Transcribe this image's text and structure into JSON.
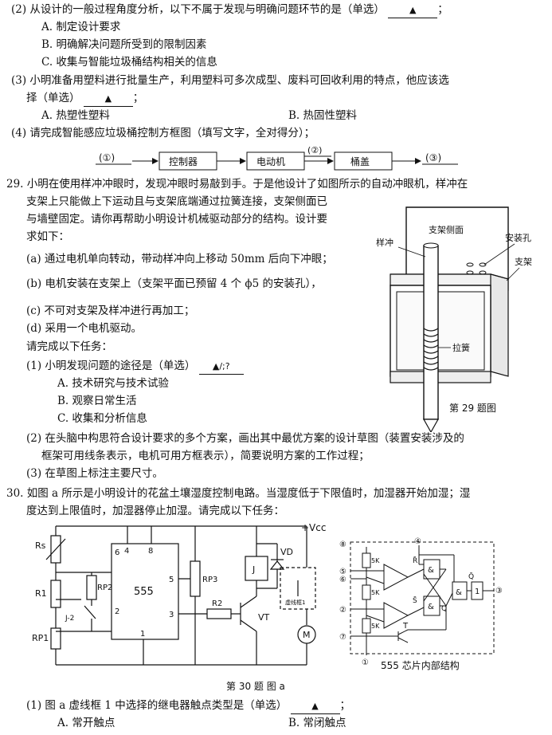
{
  "q28": {
    "p2": "(2) 从设计的一般过程角度分析，以下不属于发现与明确问题环节的是（单选）",
    "p2_end": "；",
    "p2_opts": [
      "A. 制定设计要求",
      "B. 明确解决问题所受到的限制因素",
      "C. 收集与智能垃圾桶结构相关的信息"
    ],
    "p3_a": "(3) 小明准备用塑料进行批量生产，利用塑料可多次成型、废料可回收利用的特点，他应该选",
    "p3_b": "择（单选）",
    "p3_end": "；",
    "p3_opts": [
      "A. 热塑性塑料",
      "B. 热固性塑料"
    ],
    "p4": "(4) 请完成智能感应垃圾桶控制方框图（填写文字，全对得分）；",
    "flow": {
      "b1": "(①)",
      "b2": "控制器",
      "b3": "电动机",
      "b4": "(②)",
      "b5": "桶盖",
      "b6": "(③)"
    }
  },
  "blank_mark": "▲",
  "q29": {
    "lines": [
      "29. 小明在使用样冲冲眼时，发现冲眼时易敲到手。于是他设计了如图所示的自动冲眼机，样冲在",
      "支架上只能做上下运动且与支架底端通过拉簧连接，支架侧面已",
      "与墙壁固定。请你再帮助小明设计机械驱动部分的结构。设计要",
      "求如下：",
      "(a) 通过电机单向转动，带动样冲向上移动 50mm 后向下冲眼；",
      "(b) 电机安装在支架上（支架平面已预留 4 个 ϕ5 的安装孔），",
      "(c) 不可对支架及样冲进行再加工；",
      "(d) 采用一个电机驱动。",
      "请完成以下任务：",
      "(1) 小明发现问题的途径是（单选）"
    ],
    "blank_scribble": "▲/;?",
    "opts": [
      "A. 技术研究与技术试验",
      "B. 观察日常生活",
      "C. 收集和分析信息"
    ],
    "t2a": "(2) 在头脑中构思符合设计要求的多个方案，画出其中最优方案的设计草图（装置安装涉及的",
    "t2b": "框架可用线条表示，电机可用方框表示），简要说明方案的工作过程；",
    "t3": "(3) 在草图上标注主要尺寸。",
    "fig": {
      "side": "支架侧面",
      "punch": "样冲",
      "hole": "安装孔",
      "bracket": "支架",
      "spring": "拉簧",
      "caption": "第 29 题图"
    }
  },
  "q30": {
    "l1": "30. 如图 a 所示是小明设计的花盆土壤湿度控制电路。当湿度低于下限值时，加湿器开始加湿；湿",
    "l2": "度达到上限值时，加湿器停止加湿。请完成以下任务：",
    "circuit": {
      "vcc": "+Vcc",
      "rs": "Rs",
      "r1": "R1",
      "rp2": "RP2",
      "j2": "J-2",
      "rp1": "RP1",
      "chip": "555",
      "p6": "6",
      "p4": "4",
      "p8": "8",
      "p5": "5",
      "p3": "3",
      "p2": "2",
      "p1": "1",
      "rp3": "RP3",
      "r2": "R2",
      "vt": "VT",
      "j": "J",
      "vd": "VD",
      "box": "虚线框1",
      "m": "M",
      "caption": "第 30 题 图 a"
    },
    "chip_fig": {
      "n8": "⑧",
      "n4": "④",
      "n5": "⑤",
      "n6": "⑥",
      "n2": "②",
      "n7": "⑦",
      "n1": "①",
      "n3": "③",
      "r5k": "5K",
      "rbar": "R̄",
      "sbar": "S̄",
      "q": "Q",
      "qbar": "Q̄",
      "amp": "&",
      "one": "1",
      "t": "T",
      "caption": "555 芯片内部结构"
    },
    "t1": "(1) 图 a 虚线框 1 中选择的继电器触点类型是（单选）",
    "t1_end": "；",
    "opts": [
      "A. 常开触点",
      "B. 常闭触点"
    ]
  }
}
